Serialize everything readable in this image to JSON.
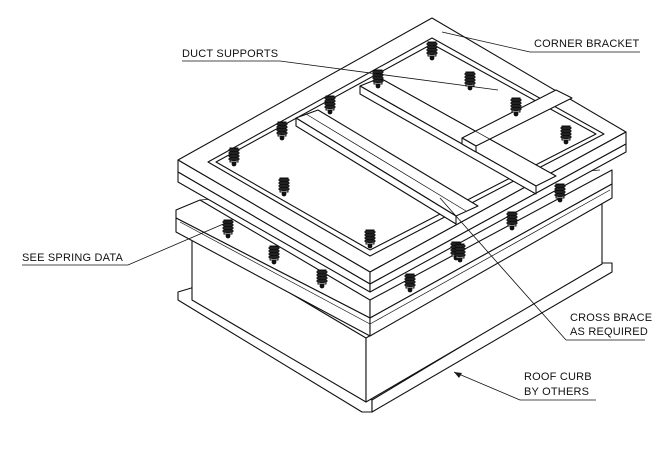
{
  "labels": {
    "duct_supports": "DUCT SUPPORTS",
    "corner_bracket": "CORNER BRACKET",
    "see_spring_data": "SEE SPRING DATA",
    "cross_brace_1": "CROSS BRACE",
    "cross_brace_2": "AS REQUIRED",
    "roof_curb_1": "ROOF CURB",
    "roof_curb_2": "BY OTHERS"
  }
}
